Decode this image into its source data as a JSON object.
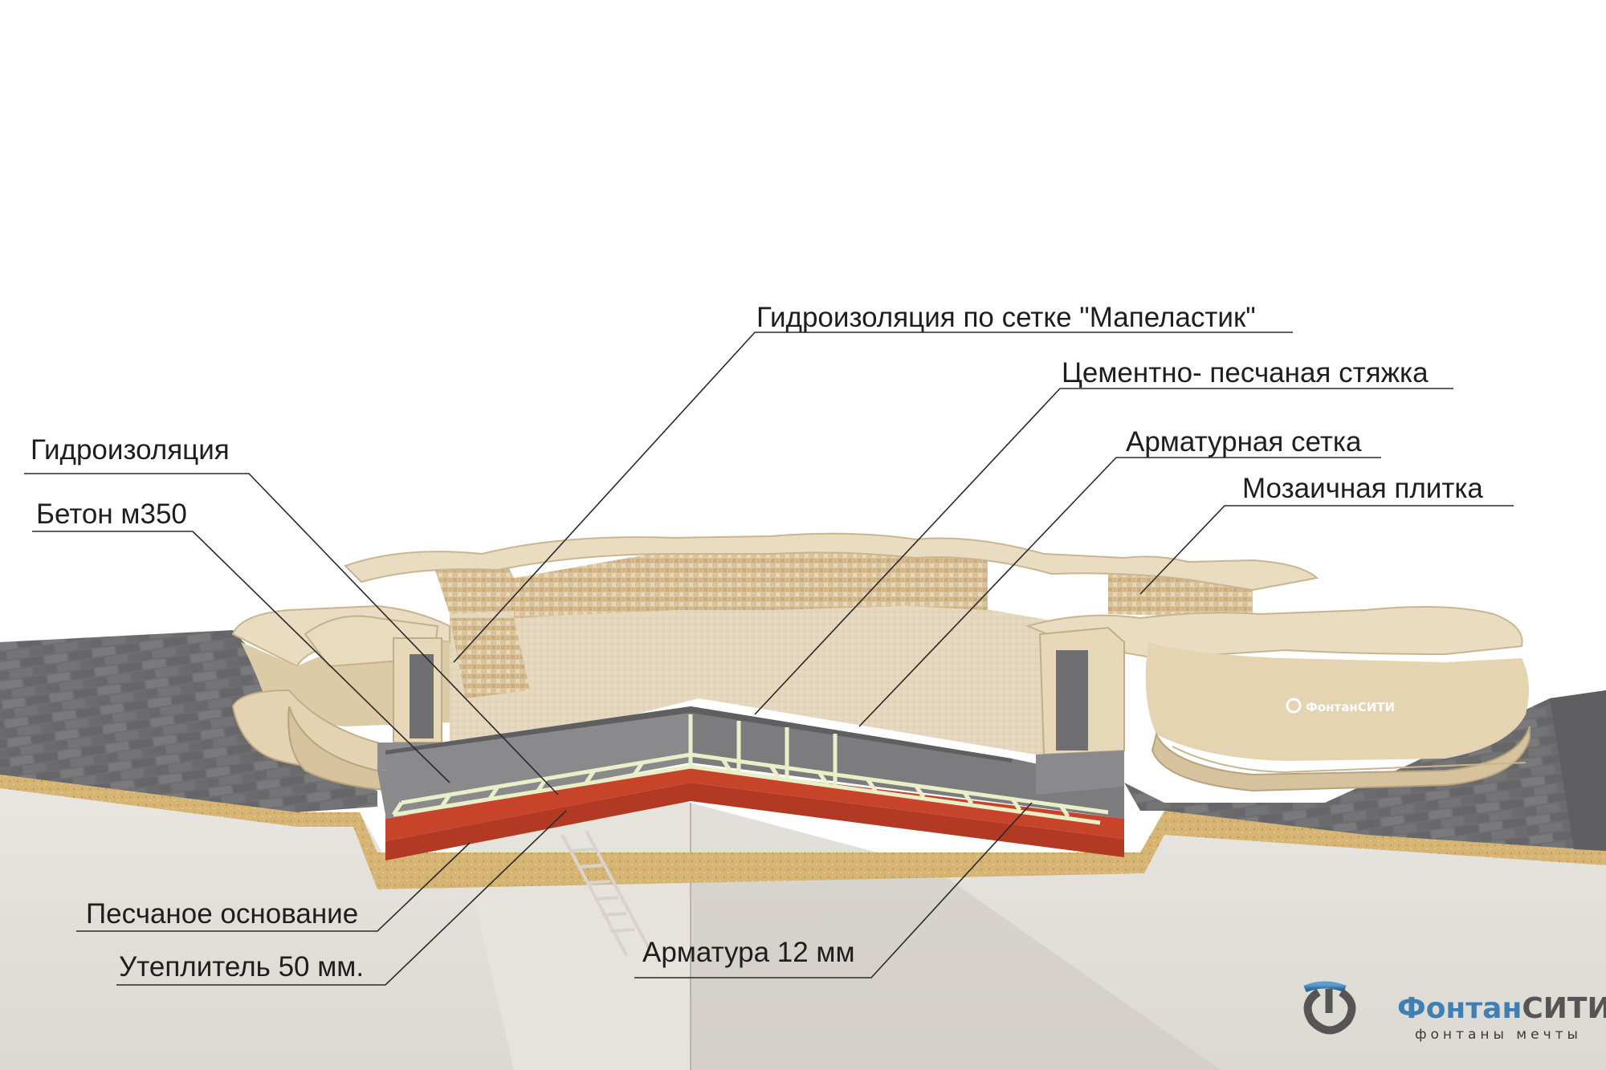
{
  "labels": {
    "mapelastic": "Гидроизоляция по сетке \"Мапеластик\"",
    "cement_screed": "Цементно- песчаная стяжка",
    "waterproofing": "Гидроизоляция",
    "rebar_mesh": "Арматурная сетка",
    "concrete": "Бетон м350",
    "mosaic_tile": "Мозаичная плитка",
    "sand_base": "Песчаное основание",
    "insulation": "Утеплитель 50 мм.",
    "rebar_12": "Арматура 12 мм"
  },
  "logo": {
    "name_part1": "Фонтан",
    "name_part2": "СИТИ",
    "tagline": "фонтаны мечты",
    "small_mark": "ФонтанСИТИ"
  },
  "colors": {
    "stone": "#e6d6b8",
    "stone_shadow": "#c9b692",
    "paving": "#6d6d6f",
    "concrete": "#8a8a8c",
    "insulation": "#c7432a",
    "sand": "#d7b576",
    "rebar": "#e9f0c8",
    "logo_blue": "#3f7fb4",
    "logo_gray": "#555555"
  }
}
